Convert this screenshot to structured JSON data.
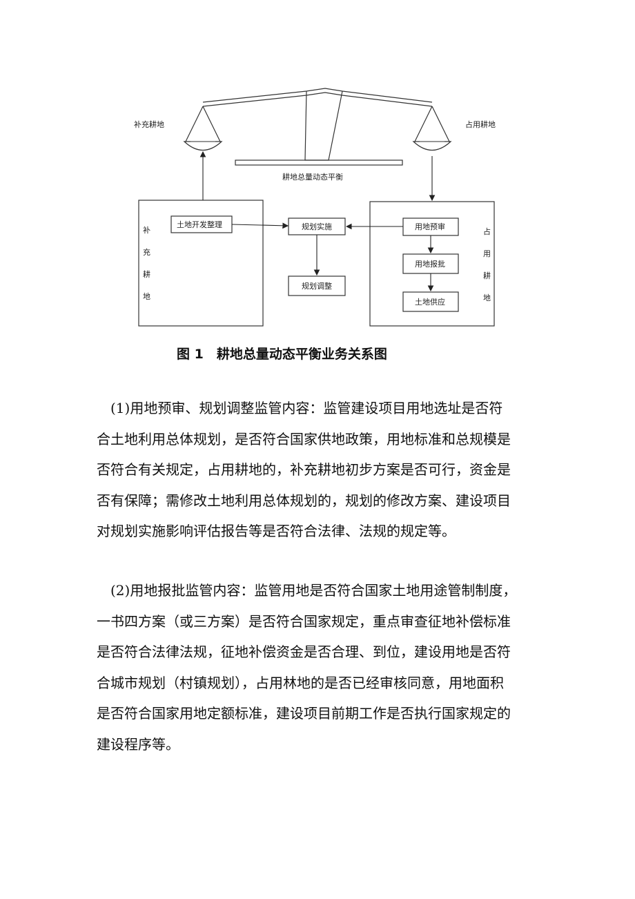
{
  "figure": {
    "left_scale_label": "补充耕地",
    "right_scale_label": "占用耕地",
    "beam_caption": "耕地总量动态平衡",
    "left_box_label": [
      "补",
      "充",
      "耕",
      "地"
    ],
    "right_box_label": [
      "占",
      "用",
      "耕",
      "地"
    ],
    "nodes": {
      "land_development": "土地开发整理",
      "plan_implementation": "规划实施",
      "plan_adjustment": "规划调整",
      "land_pre_review": "用地预审",
      "land_approval": "用地报批",
      "land_supply": "土地供应"
    },
    "caption": "图 1　耕地总量动态平衡业务关系图"
  },
  "paragraphs": [
    {
      "lines": [
        "(1)用地预审、规划调整监管内容：监管建设项目用地选址是否符",
        "合土地利用总体规划，是否符合国家供地政策，用地标准和总规模是",
        "否符合有关规定，占用耕地的，补充耕地初步方案是否可行，资金是",
        "否有保障；需修改土地利用总体规划的，规划的修改方案、建设项目",
        "对规划实施影响评估报告等是否符合法律、法规的规定等。"
      ]
    },
    {
      "lines": [
        "(2)用地报批监管内容：监管用地是否符合国家土地用途管制制度，",
        "一书四方案（或三方案）是否符合国家规定，重点审查征地补偿标准",
        "是否符合法律法规，征地补偿资金是否合理、到位，建设用地是否符",
        "合城市规划（村镇规划），占用林地的是否已经审核同意，用地面积",
        "是否符合国家用地定额标准，建设项目前期工作是否执行国家规定的",
        "建设程序等。"
      ]
    }
  ]
}
